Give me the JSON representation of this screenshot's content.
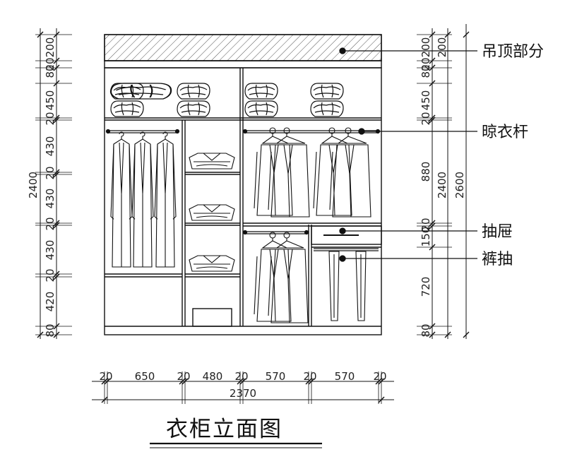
{
  "title": "衣柜立面图",
  "callouts": {
    "ceiling": "吊顶部分",
    "rod": "晾衣杆",
    "drawer": "抽屉",
    "pants_drawer": "裤抽"
  },
  "dimensions": {
    "bottom_segments": [
      "20",
      "650",
      "20",
      "480",
      "20",
      "570",
      "20",
      "570",
      "20"
    ],
    "bottom_total": "2370",
    "left_segments": [
      "200",
      "20",
      "80",
      "450",
      "20",
      "430",
      "20",
      "430",
      "20",
      "430",
      "20",
      "420",
      "80"
    ],
    "left_total": "2400",
    "right_segments": [
      "200",
      "20",
      "80",
      "450",
      "20",
      "880",
      "20",
      "150",
      "720",
      "80"
    ],
    "right_total_inner": "2400",
    "right_total_outer": "2600"
  },
  "colors": {
    "line": "#111111",
    "hatch": "#555555"
  }
}
